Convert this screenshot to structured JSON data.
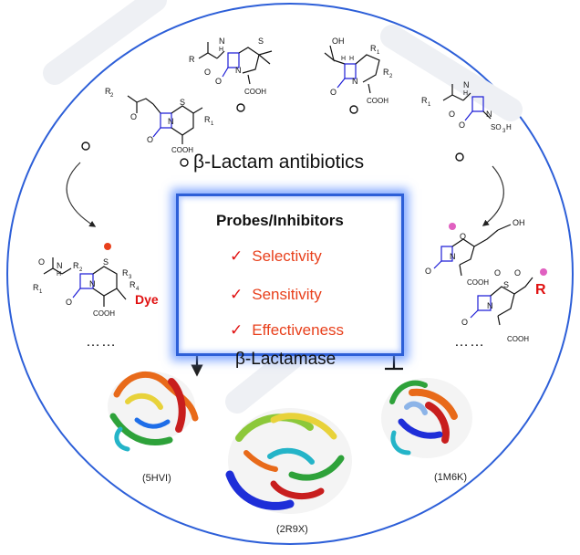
{
  "antibiotic_class_label": "β-Lactam antibiotics",
  "probes_label": "Probes/Inhibitors",
  "criteria": [
    "Selectivity",
    "Sensitivity",
    "Effectiveness"
  ],
  "check_mark": "✓",
  "enzyme_label": "β-Lactamase",
  "pdb_codes": [
    "(5HVI)",
    "(2R9X)",
    "(1M6K)"
  ],
  "ellipsis": "……",
  "dye_label": "Dye",
  "r_label": "R",
  "structure_labels": {
    "cephalosporin": [
      "R",
      "2",
      "O",
      "S",
      "N",
      "O",
      "COOH",
      "R",
      "1"
    ],
    "penicillin": [
      "R",
      "O",
      "N",
      "H",
      "S",
      "N",
      "O",
      "COOH"
    ],
    "carbapenem": [
      "OH",
      "H",
      "H",
      "R",
      "1",
      "R",
      "2",
      "N",
      "O",
      "COOH"
    ],
    "monobactam": [
      "R",
      "1",
      "O",
      "N",
      "H",
      "N",
      "O",
      "SO",
      "3",
      "H"
    ],
    "probe": [
      "O",
      "N",
      "H",
      "R",
      "1",
      "R",
      "2",
      "S",
      "R",
      "3",
      "R",
      "4",
      "N",
      "O",
      "COOH"
    ],
    "clavulanate": [
      "O",
      "N",
      "O",
      "OH",
      "COOH"
    ],
    "sulbactam": [
      "O",
      "S",
      "O",
      "N",
      "O",
      "COOH"
    ]
  },
  "colors": {
    "circle": "#2d5fd8",
    "lactam_ring": "#1d1dd6",
    "probe_accent": "#e8401c",
    "inhibitor_accent": "#e060c0",
    "dye": "#e01010",
    "check": "#e01010"
  }
}
